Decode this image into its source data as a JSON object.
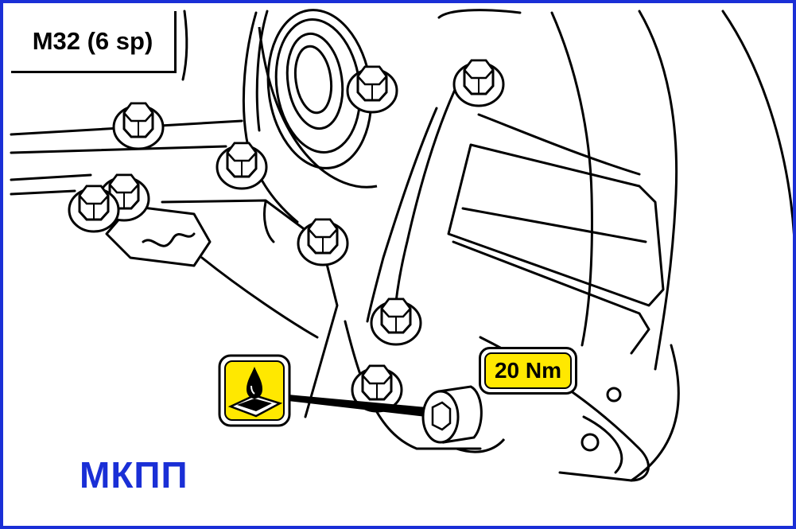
{
  "model_label": "M32 (6 sp)",
  "torque_label": "20 Nm",
  "caption": "МКПП",
  "colors": {
    "border": "#1a2fd6",
    "caption": "#1a2fd6",
    "badge_fill": "#ffe800",
    "line": "#000000"
  },
  "icons": [
    "oil-drop-icon",
    "hex-bolt-icon",
    "drain-plug-icon"
  ]
}
